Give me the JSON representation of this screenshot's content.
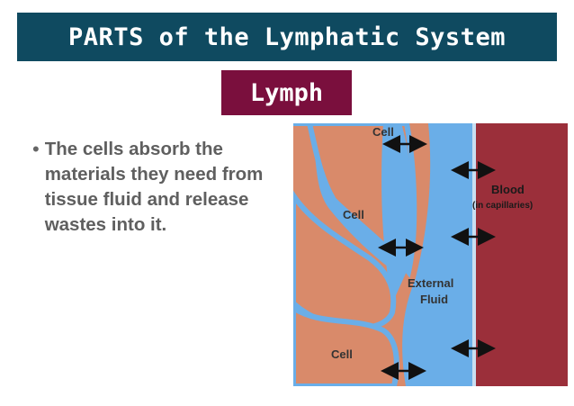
{
  "title": "PARTS of the Lymphatic System",
  "subtitle": "Lymph",
  "bullet": "The cells absorb the materials they need from tissue fluid and release wastes into it.",
  "diagram": {
    "labels": {
      "cell_top": "Cell",
      "cell_mid": "Cell",
      "cell_bottom": "Cell",
      "external_fluid_1": "External",
      "external_fluid_2": "Fluid",
      "blood": "Blood",
      "blood_sub": "(in capillaries)"
    },
    "colors": {
      "cell": "#d98a6a",
      "fluid": "#6aaee8",
      "blood": "#9b2f3a",
      "arrow": "#111111"
    }
  }
}
